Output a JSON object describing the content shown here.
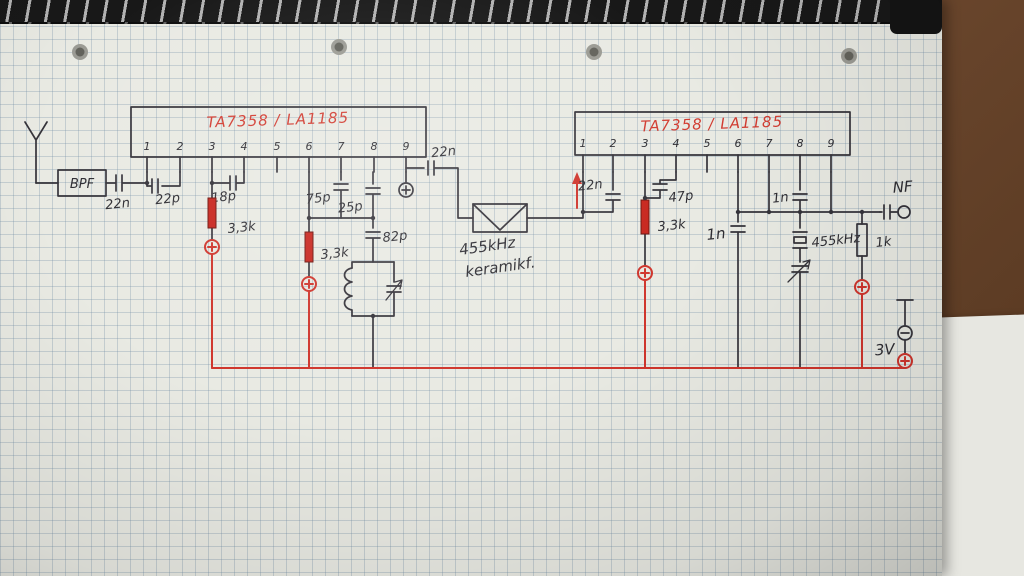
{
  "scene": {
    "description": "Hand-drawn radio receiver schematic: two TA7358 / LA1185 IC stages coupled by a 455 kHz ceramic IF filter, sketched in ink on squared spiral-notebook paper",
    "colors": {
      "ink": "#35333a",
      "red_ink": "#cf352c",
      "paper": "#e9eae3",
      "grid": "#9db4c6",
      "desk": "#6f4a30"
    }
  },
  "ic_left": {
    "label": "TA7358 / LA1185",
    "pins": [
      "1",
      "2",
      "3",
      "4",
      "5",
      "6",
      "7",
      "8",
      "9"
    ]
  },
  "ic_right": {
    "label": "TA7358 / LA1185",
    "pins": [
      "1",
      "2",
      "3",
      "4",
      "5",
      "6",
      "7",
      "8",
      "9"
    ]
  },
  "labels": {
    "bpf": "BPF",
    "c_antenna": "22n",
    "c_22p": "22p",
    "c_18p": "18p",
    "r_left1": "3,3k",
    "c_75p": "75p",
    "c_25p": "25p",
    "r_left2": "3,3k",
    "c_82p": "82p",
    "c_mixer_out": "22n",
    "filter_value": "455kHz",
    "filter_type": "keramikf.",
    "c_if_in": "22n",
    "c_47p": "47p",
    "r_right": "3,3k",
    "c_1n_left": "1n",
    "c_1n_right": "1n",
    "resonator": "455kHz",
    "r_1k": "1k",
    "output": "NF",
    "battery": "3V"
  }
}
